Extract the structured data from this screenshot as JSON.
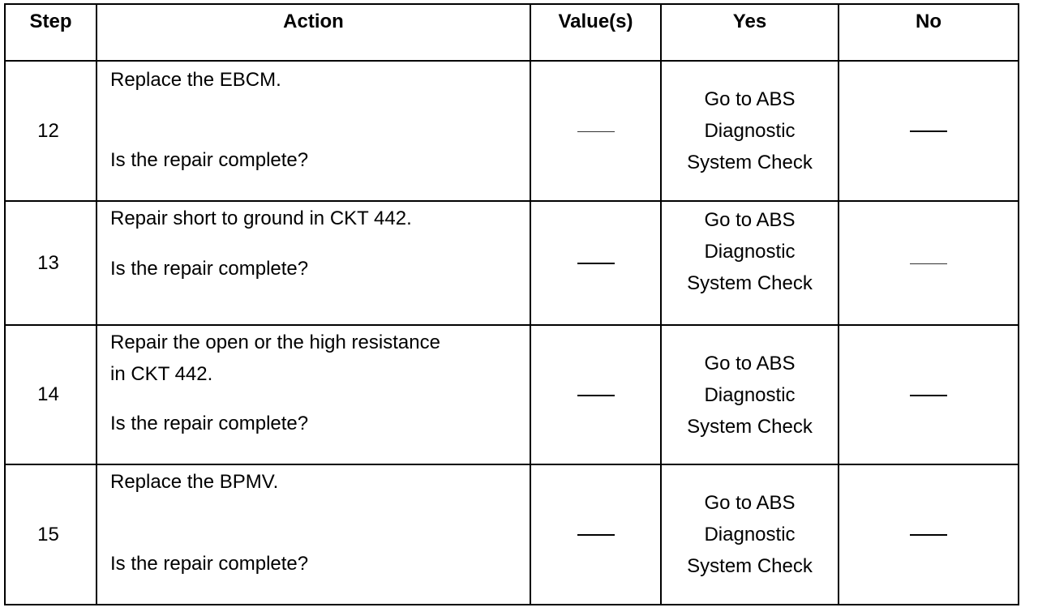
{
  "headers": {
    "step": "Step",
    "action": "Action",
    "values": "Value(s)",
    "yes": "Yes",
    "no": "No"
  },
  "rows": [
    {
      "step": "12",
      "action_lines": [
        "Replace the EBCM.",
        "Is the repair complete?"
      ],
      "value": "—",
      "yes_lines": [
        "Go to ABS",
        "Diagnostic",
        "System Check"
      ],
      "no": "—"
    },
    {
      "step": "13",
      "action_lines": [
        "Repair short to ground  in CKT 442.",
        "Is the repair complete?"
      ],
      "value": "—",
      "yes_lines": [
        "Go to ABS",
        "Diagnostic",
        "System Check"
      ],
      "no": "—"
    },
    {
      "step": "14",
      "action_lines": [
        "Repair the open or the  high resistance",
        "in CKT 442.",
        "Is the repair complete?"
      ],
      "value": "—",
      "yes_lines": [
        "Go to ABS",
        "Diagnostic",
        "System Check"
      ],
      "no": "—"
    },
    {
      "step": "15",
      "action_lines": [
        "Replace the BPMV.",
        "Is the repair complete?"
      ],
      "value": "—",
      "yes_lines": [
        "Go to ABS",
        "Diagnostic",
        "System Check"
      ],
      "no": "—"
    }
  ]
}
